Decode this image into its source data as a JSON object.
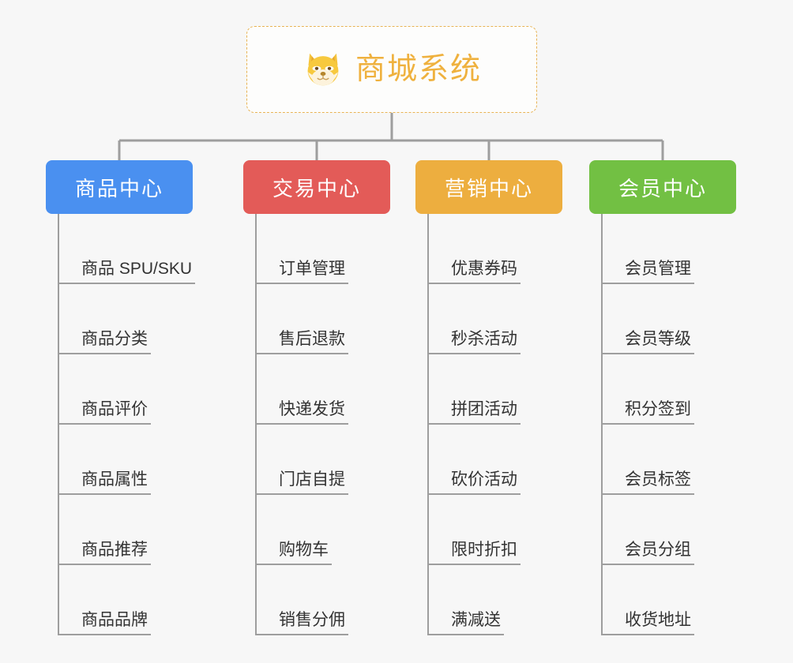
{
  "root": {
    "title": "商城系统",
    "icon": "shiba-dog-icon",
    "text_color": "#efb13e",
    "border_color": "#e8b354"
  },
  "line_color": "#9e9e9e",
  "background_color": "#f7f7f7",
  "categories": [
    {
      "label": "商品中心",
      "color": "#4a90f0",
      "leaves": [
        "商品 SPU/SKU",
        "商品分类",
        "商品评价",
        "商品属性",
        "商品推荐",
        "商品品牌"
      ]
    },
    {
      "label": "交易中心",
      "color": "#e35b58",
      "leaves": [
        "订单管理",
        "售后退款",
        "快递发货",
        "门店自提",
        "购物车",
        "销售分佣"
      ]
    },
    {
      "label": "营销中心",
      "color": "#edae3f",
      "leaves": [
        "优惠券码",
        "秒杀活动",
        "拼团活动",
        "砍价活动",
        "限时折扣",
        "满减送"
      ]
    },
    {
      "label": "会员中心",
      "color": "#72c043",
      "leaves": [
        "会员管理",
        "会员等级",
        "积分签到",
        "会员标签",
        "会员分组",
        "收货地址"
      ]
    }
  ]
}
